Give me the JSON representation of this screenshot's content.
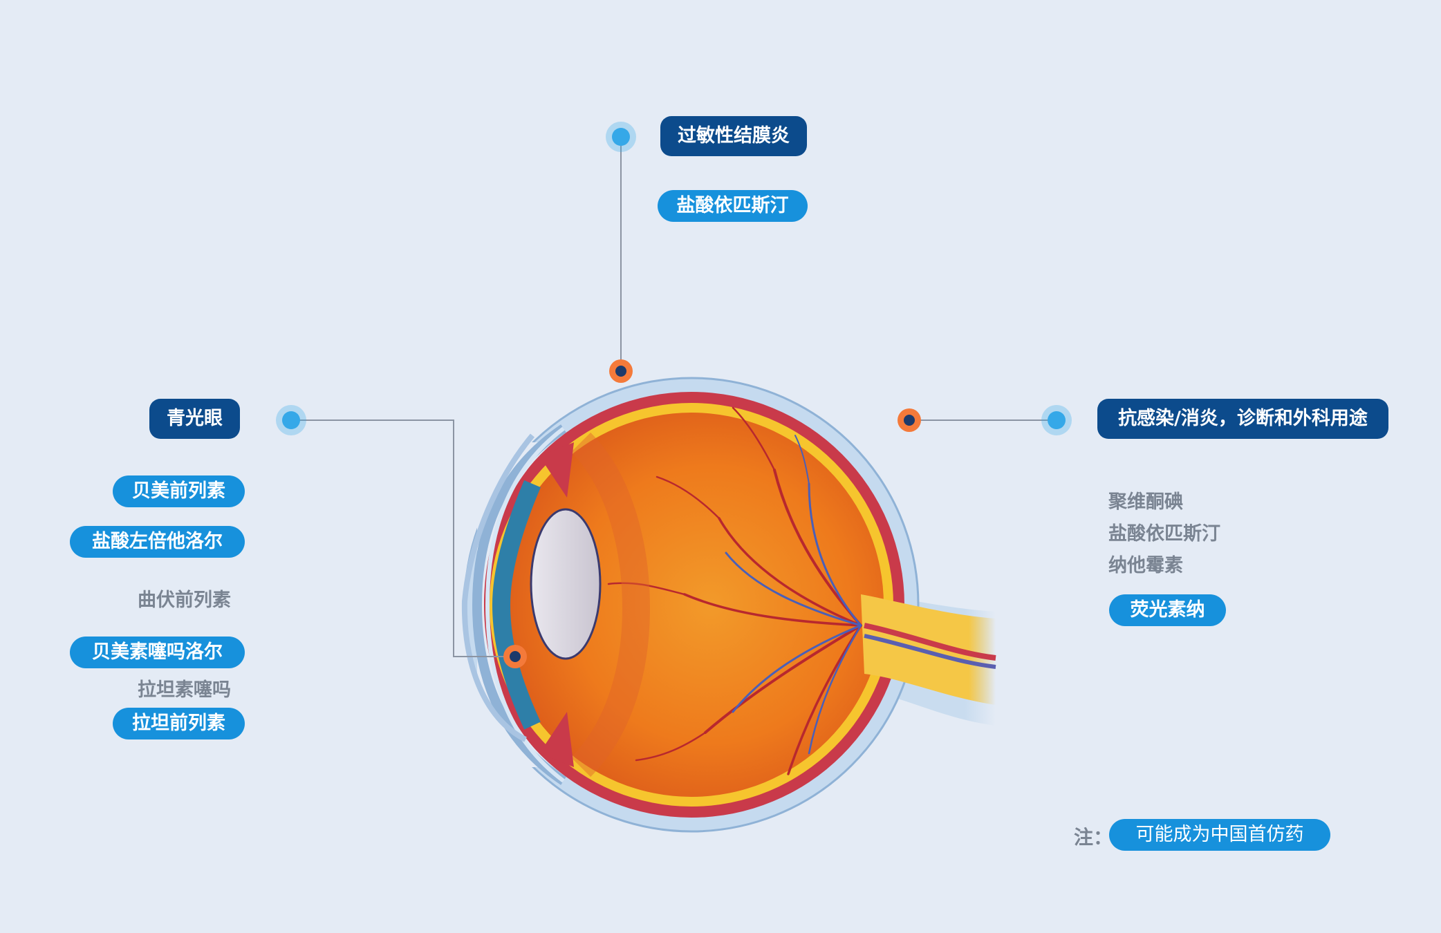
{
  "colors": {
    "header_bg": "#0c4b8c",
    "drug_bg": "#1791dc",
    "plain_text": "#7a8492",
    "marker_orange": "#f47a3a",
    "marker_blue": "#35a8e8",
    "leader_line": "#8b94a3"
  },
  "top": {
    "category": "过敏性结膜炎",
    "drugs": [
      "盐酸依匹斯汀"
    ]
  },
  "left": {
    "category": "青光眼",
    "drugs": [
      {
        "name": "贝美前列素",
        "highlight": true
      },
      {
        "name": "盐酸左倍他洛尔",
        "highlight": true
      },
      {
        "name": "曲伏前列素",
        "highlight": false
      },
      {
        "name": "贝美素噻吗洛尔",
        "highlight": true
      },
      {
        "name": "拉坦素噻吗",
        "highlight": false
      },
      {
        "name": "拉坦前列素",
        "highlight": true
      }
    ]
  },
  "right": {
    "category": "抗感染/消炎，诊断和外科用途",
    "drugs": [
      {
        "name": "聚维酮碘",
        "highlight": false
      },
      {
        "name": "盐酸依匹斯汀",
        "highlight": false
      },
      {
        "name": "纳他霉素",
        "highlight": false
      },
      {
        "name": "荧光素纳",
        "highlight": true
      }
    ]
  },
  "note": {
    "label": "注：",
    "text": "可能成为中国首仿药"
  }
}
